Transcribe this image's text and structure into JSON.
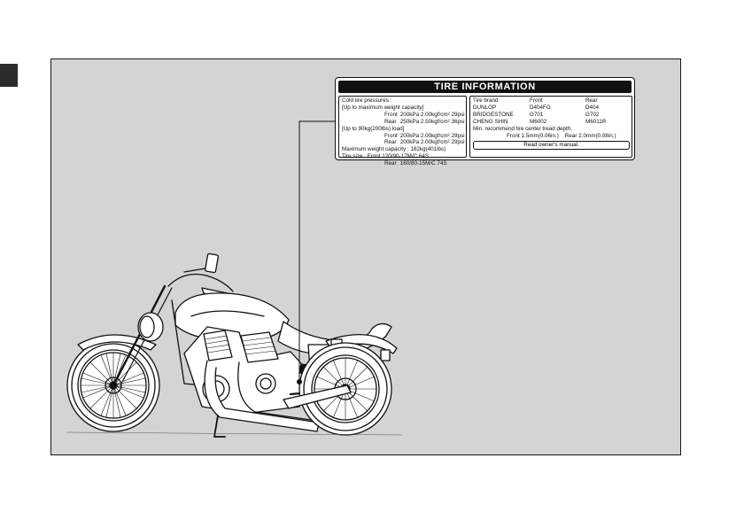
{
  "label": {
    "title": "TIRE INFORMATION",
    "pressures": {
      "heading": "Cold tire pressures :",
      "max_load_heading": "[Up to maximum weight capacity]",
      "max_front_key": "Front",
      "max_front_value": "200kPa 2.00kgf/cm² 29psi",
      "max_rear_key": "Rear",
      "max_rear_value": "250kPa 2.50kgf/cm² 36psi",
      "light_load_heading": "[Up to 90kg(200lbs) load]",
      "light_front_key": "Front",
      "light_front_value": "200kPa 2.00kgf/cm² 29psi",
      "light_rear_key": "Rear",
      "light_rear_value": "200kPa 2.00kgf/cm² 29psi",
      "max_weight": "Maximum weight capacity : 182kg(401lbs)",
      "tire_size_label": "Tire size :",
      "size_front_key": "Front",
      "size_front_value": "120/90-17M/C 64S",
      "size_rear_key": "Rear",
      "size_rear_value": "160/80-15M/C 74S"
    },
    "brands": {
      "headers": [
        "Tire brand",
        "Front",
        "Rear"
      ],
      "rows": [
        [
          "DUNLOP",
          "D404FG",
          "D404"
        ],
        [
          "BRIDGESTONE",
          "G701",
          "G702"
        ],
        [
          "CHENG SHIN",
          "M6002",
          "M6011R"
        ]
      ],
      "tread_heading": "Min. recommend tire center tread depth.",
      "tread_front": "Front  1.5mm(0.06in.)",
      "tread_rear": "Rear  2.0mm(0.08in.)",
      "owners_manual": "Read owner's manual."
    }
  }
}
